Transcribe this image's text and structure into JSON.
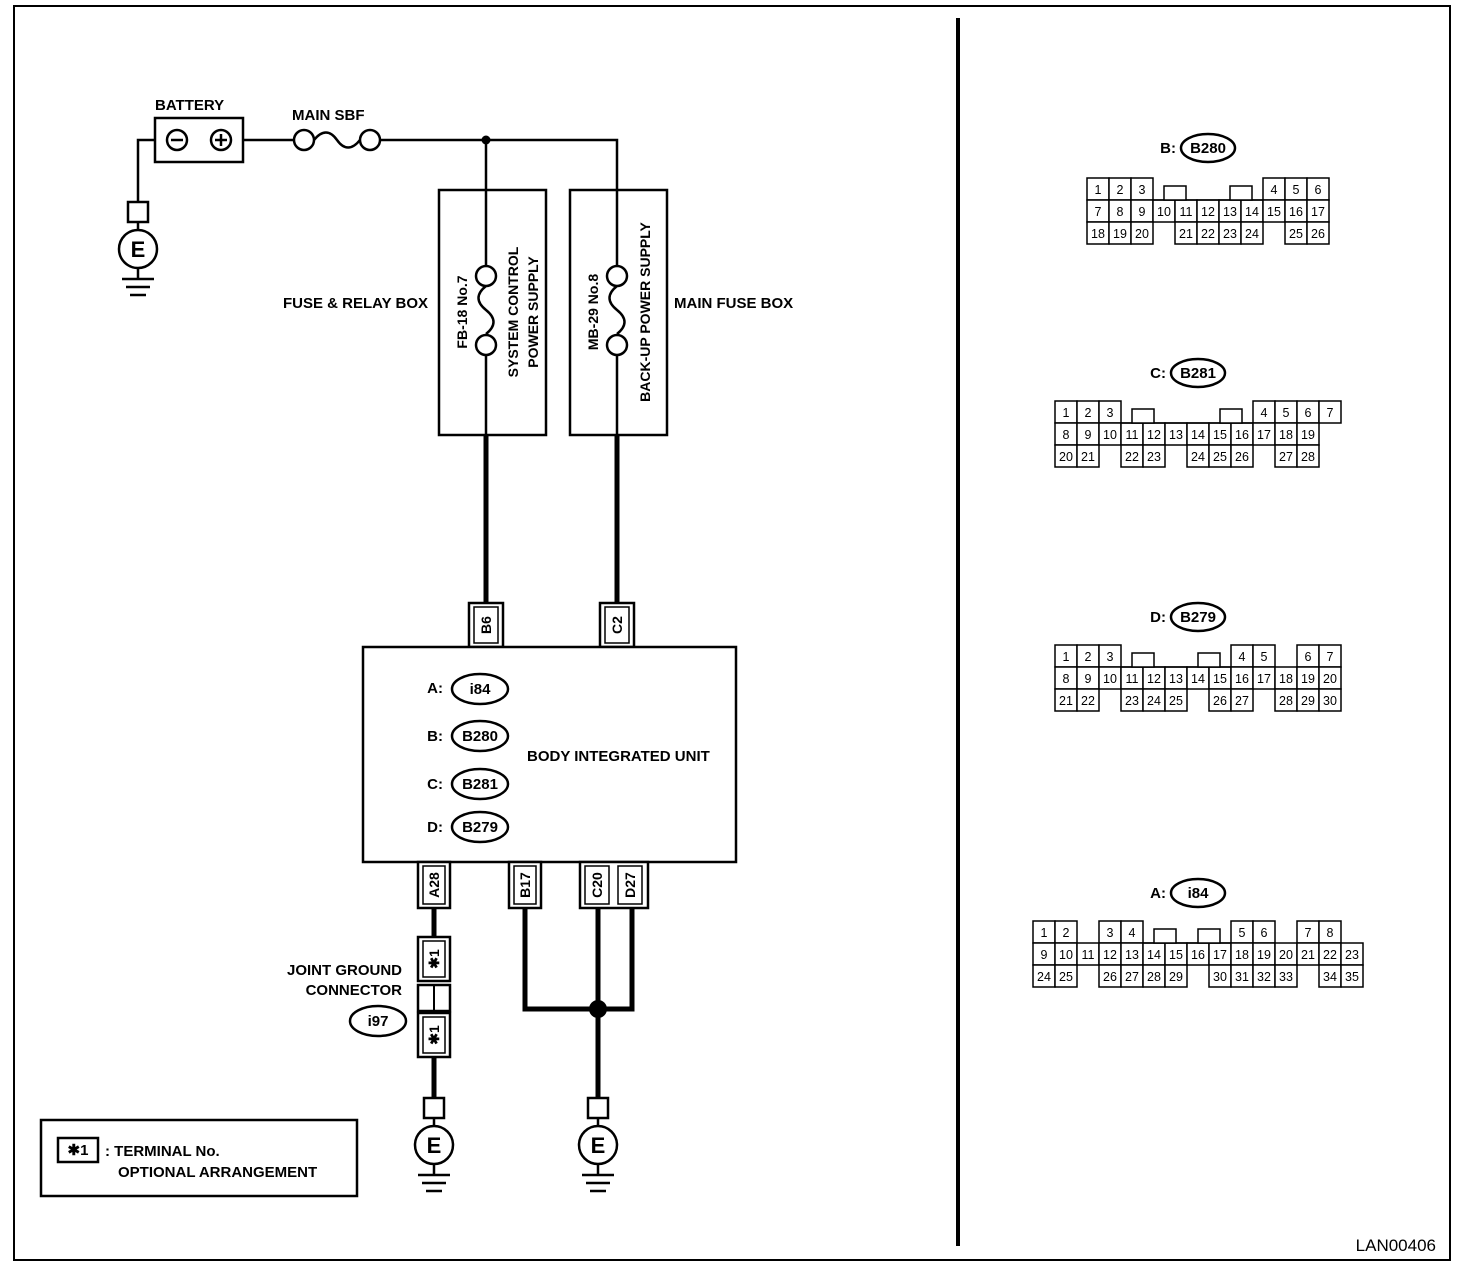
{
  "diagram": {
    "code": "LAN00406",
    "battery": {
      "label": "BATTERY",
      "neg": "⊖",
      "pos": "⊕"
    },
    "main_sbf": "MAIN SBF",
    "ground_symbol": "E",
    "fuse_relay_box": {
      "label": "FUSE & RELAY BOX",
      "fuse": "FB-18 No.7",
      "circuit_line1": "SYSTEM CONTROL",
      "circuit_line2": "POWER SUPPLY"
    },
    "main_fuse_box": {
      "label": "MAIN FUSE BOX",
      "fuse": "MB-29 No.8",
      "circuit": "BACK-UP POWER SUPPLY"
    },
    "unit": {
      "label": "BODY INTEGRATED UNIT",
      "connectors": [
        {
          "letter": "A:",
          "id": "i84"
        },
        {
          "letter": "B:",
          "id": "B280"
        },
        {
          "letter": "C:",
          "id": "B281"
        },
        {
          "letter": "D:",
          "id": "B279"
        }
      ],
      "top_terminals": [
        "B6",
        "C2"
      ],
      "bottom_terminals": [
        "A28",
        "B17",
        "C20",
        "D27"
      ]
    },
    "joint_ground": {
      "line1": "JOINT GROUND",
      "line2": "CONNECTOR",
      "id": "i97",
      "terminal": "✱1"
    },
    "legend": {
      "symbol": "✱1",
      "line1": ": TERMINAL No.",
      "line2": "OPTIONAL ARRANGEMENT"
    }
  },
  "connector_faces": [
    {
      "letter": "B:",
      "id": "B280",
      "rows": [
        [
          "1",
          "2",
          "3",
          "",
          "",
          "",
          "",
          "",
          "4",
          "5",
          "6"
        ],
        [
          "7",
          "8",
          "9",
          "10",
          "11",
          "12",
          "13",
          "14",
          "15",
          "16",
          "17"
        ],
        [
          "18",
          "19",
          "20",
          "",
          "21",
          "22",
          "23",
          "24",
          "",
          "25",
          "26"
        ]
      ]
    },
    {
      "letter": "C:",
      "id": "B281",
      "rows": [
        [
          "1",
          "2",
          "3",
          "",
          "",
          "",
          "",
          "",
          "",
          "4",
          "5",
          "6",
          "7"
        ],
        [
          "8",
          "9",
          "10",
          "11",
          "12",
          "13",
          "14",
          "15",
          "16",
          "17",
          "18",
          "19"
        ],
        [
          "20",
          "21",
          "",
          "22",
          "23",
          "",
          "24",
          "25",
          "26",
          "",
          "27",
          "28"
        ]
      ]
    },
    {
      "letter": "D:",
      "id": "B279",
      "rows": [
        [
          "1",
          "2",
          "3",
          "",
          "",
          "",
          "",
          "",
          "4",
          "5",
          "",
          "6",
          "7"
        ],
        [
          "8",
          "9",
          "10",
          "11",
          "12",
          "13",
          "14",
          "15",
          "16",
          "17",
          "18",
          "19",
          "20"
        ],
        [
          "21",
          "22",
          "",
          "23",
          "24",
          "25",
          "",
          "26",
          "27",
          "",
          "28",
          "29",
          "30"
        ]
      ]
    },
    {
      "letter": "A:",
      "id": "i84",
      "rows": [
        [
          "1",
          "2",
          "",
          "3",
          "4",
          "",
          "",
          "",
          "",
          "5",
          "6",
          "",
          "7",
          "8"
        ],
        [
          "9",
          "10",
          "11",
          "12",
          "13",
          "14",
          "15",
          "16",
          "17",
          "18",
          "19",
          "20",
          "21",
          "22",
          "23"
        ],
        [
          "24",
          "25",
          "",
          "26",
          "27",
          "28",
          "29",
          "",
          "30",
          "31",
          "32",
          "33",
          "",
          "34",
          "35"
        ]
      ]
    }
  ]
}
